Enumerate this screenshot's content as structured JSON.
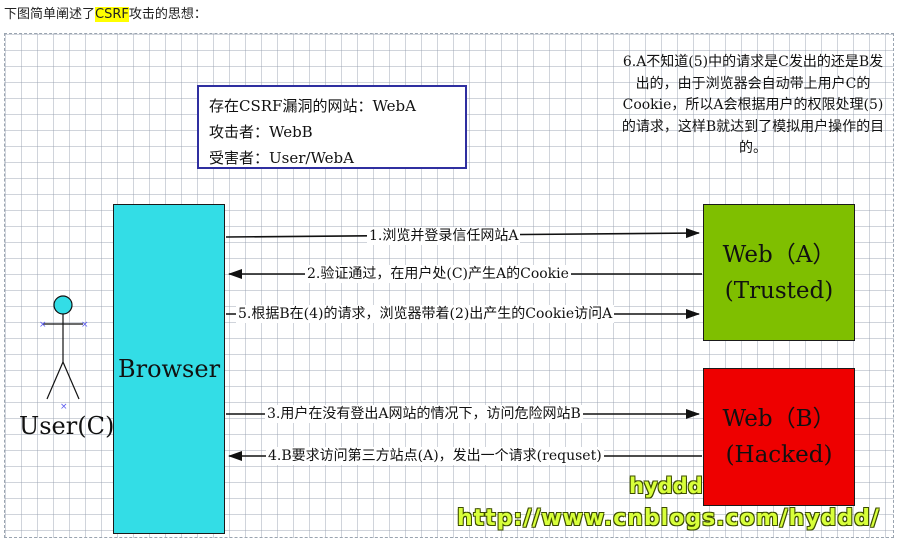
{
  "intro": {
    "before": "下图简单阐述了",
    "highlight": "CSRF",
    "after": "攻击的思想："
  },
  "info_box": {
    "line1": "存在CSRF漏洞的网站：WebA",
    "line2": "攻击者：WebB",
    "line3": "受害者：User/WebA"
  },
  "note": {
    "text": "6.A不知道(5)中的请求是C发出的还是B发出的，由于浏览器会自动带上用户C的Cookie，所以A会根据用户的权限处理(5)的请求，这样B就达到了模拟用户操作的目的。"
  },
  "actors": {
    "user": "User(C)",
    "browser": "Browser",
    "web_a_name": "Web（A）",
    "web_a_tag": "(Trusted)",
    "web_b_name": "Web（B）",
    "web_b_tag": "(Hacked)"
  },
  "steps": {
    "s1": "1.浏览并登录信任网站A",
    "s2": "2.验证通过，在用户处(C)产生A的Cookie",
    "s5": "5.根据B在(4)的请求，浏览器带着(2)出产生的Cookie访问A",
    "s3": "3.用户在没有登出A网站的情况下，访问危险网站B",
    "s4": "4.B要求访问第三方站点(A)，发出一个请求(requset)"
  },
  "watermark": {
    "name": "hyddd",
    "url": "http://www.cnblogs.com/hyddd/"
  },
  "colors": {
    "browser": "#33dde6",
    "web_a": "#7fbf00",
    "web_b": "#ee0000",
    "info_border": "#2f2fa0",
    "highlight": "#ffff00",
    "user_head": "#33dde6"
  }
}
